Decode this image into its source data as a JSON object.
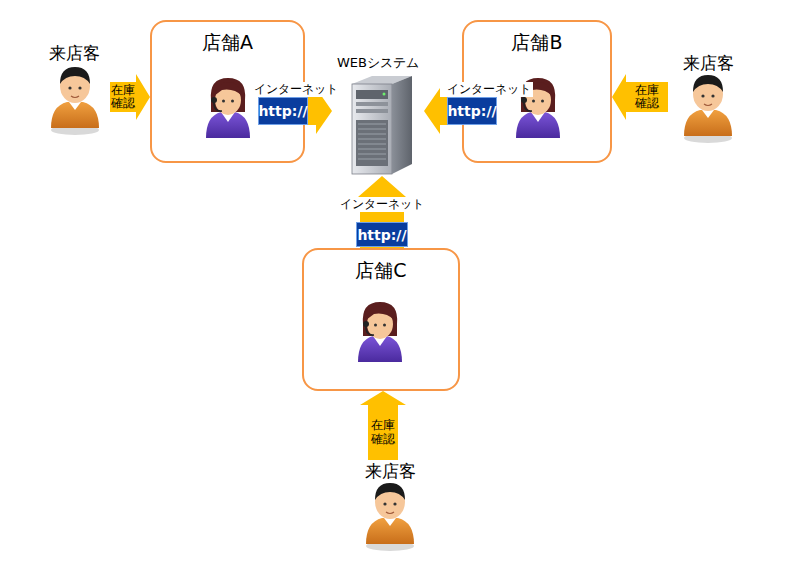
{
  "diagram": {
    "nodes": [
      {
        "text": [
          "来店客"
        ]
      },
      {
        "text": [
          "店舗A"
        ]
      },
      {
        "text": [
          "WEBシステム"
        ]
      },
      {
        "text": [
          "店舗B"
        ]
      },
      {
        "text": [
          "来店客"
        ]
      },
      {
        "text": [
          "店舗C"
        ]
      },
      {
        "text": [
          "来店客"
        ]
      }
    ],
    "edges": [
      {
        "from": 0,
        "to": 1,
        "label": "在庫 確認",
        "arrow": "to"
      },
      {
        "from": 1,
        "to": 2,
        "label": "インターネット",
        "arrow": "to"
      },
      {
        "from": 3,
        "to": 2,
        "label": "インターネット",
        "arrow": "to"
      },
      {
        "from": 4,
        "to": 3,
        "label": "在庫 確認",
        "arrow": "to"
      },
      {
        "from": 5,
        "to": 2,
        "label": "インターネット",
        "arrow": "to"
      },
      {
        "from": 6,
        "to": 5,
        "label": "在庫 確認",
        "arrow": "to"
      }
    ],
    "labels": [
      "http://",
      "http://",
      "http://"
    ]
  }
}
